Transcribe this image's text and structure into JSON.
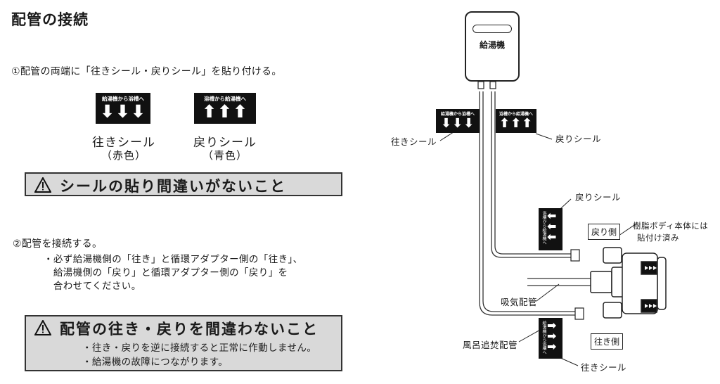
{
  "title": "配管の接続",
  "step1": "①配管の両端に「往きシール・戻りシール」を貼り付ける。",
  "seals": {
    "ouki": {
      "sticker_text": "給湯機から浴槽へ",
      "arrows": "⬇⬇⬇",
      "label": "往きシール",
      "color": "（赤色）"
    },
    "modori": {
      "sticker_text": "浴槽から給湯機へ",
      "arrows": "⬆⬆⬆",
      "label": "戻りシール",
      "color": "（青色）"
    }
  },
  "warning1": "シールの貼り間違いがないこと",
  "step2": "②配管を接続する。",
  "instructions": [
    "・必ず給湯機側の「往き」と循環アダプター側の「往き」、",
    "　給湯機側の「戻り」と循環アダプター側の「戻り」を",
    "　合わせてください。"
  ],
  "warning2": {
    "title": "配管の往き・戻りを間違わないこと",
    "bullets": [
      "・往き・戻りを逆に接続すると正常に作動しません。",
      "・給湯機の故障につながります。"
    ]
  },
  "diagram": {
    "heater": "給湯機",
    "top_sticker_ouki_text": "給湯機から浴槽へ",
    "top_sticker_modori_text": "浴槽から給湯機へ",
    "label_ouki_seal_top": "往きシール",
    "label_modori_seal_top": "戻りシール",
    "label_modori_seal_right": "戻りシール",
    "label_modori_side": "戻り側",
    "label_resin_body": "樹脂ボディ本体には",
    "label_resin_body_2": "貼付け済み",
    "label_intake": "吸気配管",
    "label_bath_pipe": "風呂追焚配管",
    "label_ouki_side": "往き側",
    "label_ouki_seal_bottom": "往きシール",
    "vsticker_modori_text": "浴槽から給湯機へ",
    "vsticker_ouki_text": "給湯機から浴槽へ",
    "arrows_up": "⬆⬆⬆",
    "arrows_down": "⬇⬇⬇",
    "arrows_right": "➡\n➡\n➡",
    "arrows_left": "⬅\n⬅\n⬅"
  },
  "colors": {
    "warning_bg": "#d9d9d9",
    "sticker_bg": "#111111"
  }
}
